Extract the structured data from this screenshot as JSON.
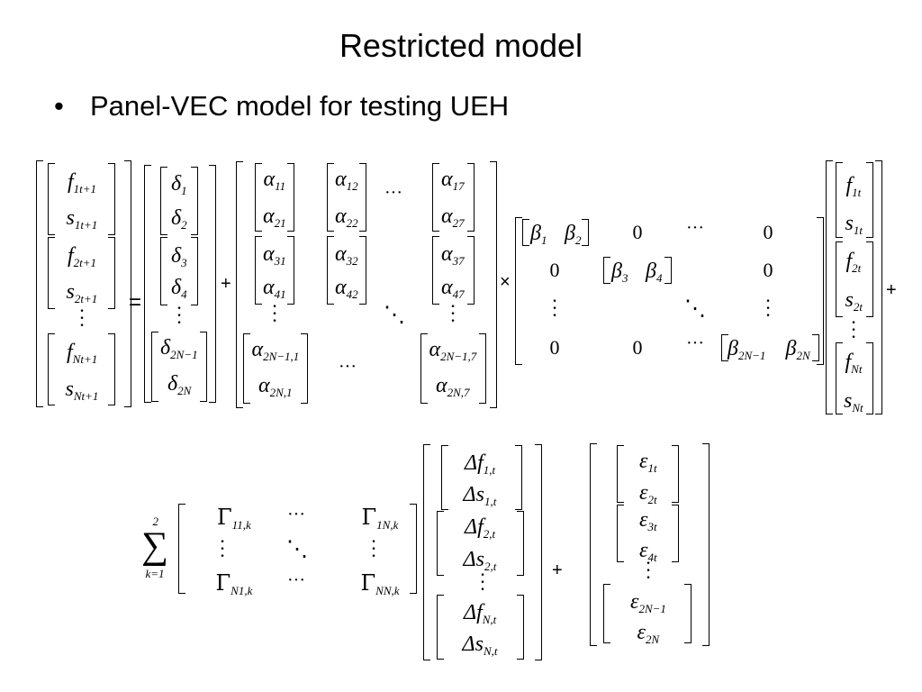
{
  "slide": {
    "title": "Restricted model",
    "bullets": [
      "Panel-VEC model for testing UEH"
    ]
  },
  "equation": {
    "lhs": [
      {
        "sym": "f",
        "sub": "1t+1"
      },
      {
        "sym": "s",
        "sub": "1t+1"
      },
      {
        "sym": "f",
        "sub": "2t+1"
      },
      {
        "sym": "s",
        "sub": "2t+1"
      },
      {
        "sym": "f",
        "sub": "Nt+1"
      },
      {
        "sym": "s",
        "sub": "Nt+1"
      }
    ],
    "equals": "=",
    "delta": [
      {
        "sym": "δ",
        "sub": "1"
      },
      {
        "sym": "δ",
        "sub": "2"
      },
      {
        "sym": "δ",
        "sub": "3"
      },
      {
        "sym": "δ",
        "sub": "4"
      },
      {
        "sym": "δ",
        "sub": "2N−1"
      },
      {
        "sym": "δ",
        "sub": "2N"
      }
    ],
    "plus": "+",
    "times": "×",
    "alpha": [
      {
        "sym": "α",
        "sub": "11"
      },
      {
        "sym": "α",
        "sub": "21"
      },
      {
        "sym": "α",
        "sub": "12"
      },
      {
        "sym": "α",
        "sub": "22"
      },
      {
        "sym": "α",
        "sub": "17"
      },
      {
        "sym": "α",
        "sub": "27"
      },
      {
        "sym": "α",
        "sub": "31"
      },
      {
        "sym": "α",
        "sub": "41"
      },
      {
        "sym": "α",
        "sub": "32"
      },
      {
        "sym": "α",
        "sub": "42"
      },
      {
        "sym": "α",
        "sub": "37"
      },
      {
        "sym": "α",
        "sub": "47"
      },
      {
        "sym": "α",
        "sub": "2N−1,1"
      },
      {
        "sym": "α",
        "sub": "2N,1"
      },
      {
        "sym": "α",
        "sub": "2N−1,7"
      },
      {
        "sym": "α",
        "sub": "2N,7"
      }
    ],
    "beta": [
      {
        "sym": "β",
        "sub": "1"
      },
      {
        "sym": "β",
        "sub": "2"
      },
      {
        "sym": "β",
        "sub": "3"
      },
      {
        "sym": "β",
        "sub": "4"
      },
      {
        "sym": "β",
        "sub": "2N−1"
      },
      {
        "sym": "β",
        "sub": "2N"
      }
    ],
    "zero": "0",
    "hdots": "···",
    "rhs": [
      {
        "sym": "f",
        "sub": "1t"
      },
      {
        "sym": "s",
        "sub": "1t"
      },
      {
        "sym": "f",
        "sub": "2t"
      },
      {
        "sym": "s",
        "sub": "2t"
      },
      {
        "sym": "f",
        "sub": "Nt"
      },
      {
        "sym": "s",
        "sub": "Nt"
      }
    ],
    "sum": {
      "symbol": "∑",
      "upper": "2",
      "lower": "k=1"
    },
    "gamma": [
      {
        "sym": "Γ",
        "sub": "11,k"
      },
      {
        "sym": "Γ",
        "sub": "1N,k"
      },
      {
        "sym": "Γ",
        "sub": "N1,k"
      },
      {
        "sym": "Γ",
        "sub": "NN,k"
      }
    ],
    "diff": [
      {
        "sym": "Δf",
        "sub": "1,t"
      },
      {
        "sym": "Δs",
        "sub": "1,t"
      },
      {
        "sym": "Δf",
        "sub": "2,t"
      },
      {
        "sym": "Δs",
        "sub": "2,t"
      },
      {
        "sym": "Δf",
        "sub": "N,t"
      },
      {
        "sym": "Δs",
        "sub": "N,t"
      }
    ],
    "eps": [
      {
        "sym": "ε",
        "sub": "1t"
      },
      {
        "sym": "ε",
        "sub": "2t"
      },
      {
        "sym": "ε",
        "sub": "3t"
      },
      {
        "sym": "ε",
        "sub": "4t"
      },
      {
        "sym": "ε",
        "sub": "2N−1"
      },
      {
        "sym": "ε",
        "sub": "2N"
      }
    ]
  }
}
